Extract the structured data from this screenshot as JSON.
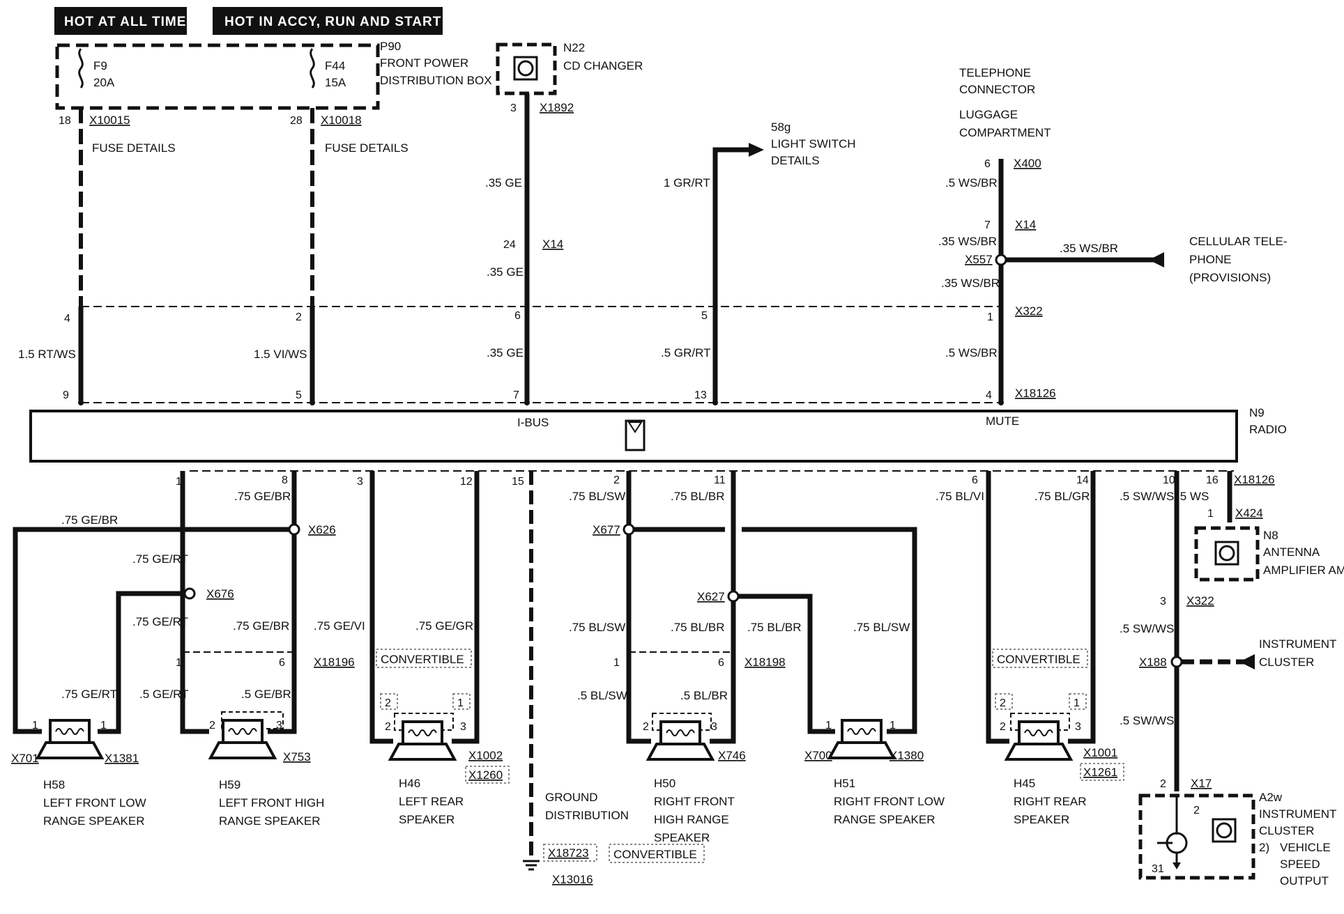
{
  "headers": {
    "hot_all_times": "HOT AT ALL TIMES",
    "hot_accy": "HOT IN ACCY, RUN AND START"
  },
  "components": {
    "p90_id": "P90",
    "p90_line1": "FRONT POWER",
    "p90_line2": "DISTRIBUTION BOX",
    "f9_id": "F9",
    "f9_amp": "20A",
    "f44_id": "F44",
    "f44_amp": "15A",
    "fuse_details": "FUSE DETAILS",
    "n22_id": "N22",
    "n22_name": "CD CHANGER",
    "light_id": "58g",
    "light_line1": "LIGHT SWITCH",
    "light_line2": "DETAILS",
    "tel_line1": "TELEPHONE",
    "tel_line2": "CONNECTOR",
    "tel_line3": "LUGGAGE",
    "tel_line4": "COMPARTMENT",
    "cell_line1": "CELLULAR TELE-",
    "cell_line2": "PHONE",
    "cell_line3": "(PROVISIONS)",
    "n9_id": "N9",
    "n9_name": "RADIO",
    "ibus": "I-BUS",
    "mute": "MUTE",
    "n8_id": "N8",
    "n8_line1": "ANTENNA",
    "n8_line2": "AMPLIFIER AM/FM",
    "ic_line1": "INSTRUMENT",
    "ic_line2": "CLUSTER",
    "a2w_id": "A2w",
    "a2w_line1": "INSTRUMENT",
    "a2w_line2": "CLUSTER",
    "a2w_note_num": "2)",
    "a2w_line3": "VEHICLE",
    "a2w_line4": "SPEED",
    "a2w_line5": "OUTPUT",
    "a2w_pin_2": "2",
    "a2w_pin_31": "31",
    "ground_line1": "GROUND",
    "ground_line2": "DISTRIBUTION",
    "convertible": "CONVERTIBLE",
    "h58_id": "H58",
    "h58_line1": "LEFT FRONT LOW",
    "h58_line2": "RANGE SPEAKER",
    "h59_id": "H59",
    "h59_line1": "LEFT FRONT HIGH",
    "h59_line2": "RANGE SPEAKER",
    "h46_id": "H46",
    "h46_line1": "LEFT REAR",
    "h46_line2": "SPEAKER",
    "h50_id": "H50",
    "h50_line1": "RIGHT FRONT",
    "h50_line2": "HIGH RANGE",
    "h50_line3": "SPEAKER",
    "h51_id": "H51",
    "h51_line1": "RIGHT FRONT LOW",
    "h51_line2": "RANGE SPEAKER",
    "h45_id": "H45",
    "h45_line1": "RIGHT REAR",
    "h45_line2": "SPEAKER"
  },
  "connectors": {
    "x10015": "X10015",
    "x10018": "X10018",
    "x1892": "X1892",
    "x14_a": "X14",
    "x400": "X400",
    "x14_b": "X14",
    "x557": "X557",
    "x322_top": "X322",
    "x18126_top": "X18126",
    "x18126_bot": "X18126",
    "x424": "X424",
    "x626": "X626",
    "x676": "X676",
    "x18196": "X18196",
    "x701": "X701",
    "x1381": "X1381",
    "x753": "X753",
    "x1002": "X1002",
    "x1260": "X1260",
    "x18723": "X18723",
    "x13016": "X13016",
    "x677": "X677",
    "x627": "X627",
    "x18198": "X18198",
    "x746": "X746",
    "x700": "X700",
    "x1380": "X1380",
    "x1001": "X1001",
    "x1261": "X1261",
    "x322_bot": "X322",
    "x188": "X188",
    "x17": "X17"
  },
  "wires": {
    "w_rtws": "1.5 RT/WS",
    "w_viws": "1.5 VI/WS",
    "w_ge_35_a": ".35 GE",
    "w_ge_35_b": ".35 GE",
    "w_ge_35_c": ".35 GE",
    "w_grrt_1": "1 GR/RT",
    "w_grrt_5": ".5 GR/RT",
    "w_wsbr_5a": ".5 WS/BR",
    "w_wsbr_35a": ".35 WS/BR",
    "w_wsbr_35b": ".35 WS/BR",
    "w_wsbr_35c": ".35 WS/BR",
    "w_wsbr_5b": ".5 WS/BR",
    "w_gebr_75_far": ".75 GE/BR",
    "w_gert_75_a": ".75 GE/RT",
    "w_gebr_75_a": ".75 GE/BR",
    "w_gert_75_b": ".75 GE/RT",
    "w_gebr_75_b": ".75 GE/BR",
    "w_gevi_75": ".75 GE/VI",
    "w_gegr_75": ".75 GE/GR",
    "w_gert_75_c": ".75 GE/RT",
    "w_gert_5": ".5 GE/RT",
    "w_gebr_5": ".5 GE/BR",
    "w_blsw_75_a": ".75 BL/SW",
    "w_blbr_75_a": ".75 BL/BR",
    "w_blsw_75_b": ".75 BL/SW",
    "w_blbr_75_b": ".75 BL/BR",
    "w_blbr_75_c": ".75 BL/BR",
    "w_blsw_75_c": ".75 BL/SW",
    "w_blsw_5": ".5 BL/SW",
    "w_blbr_5": ".5 BL/BR",
    "w_blvi_75": ".75 BL/VI",
    "w_blgr_75": ".75 BL/GR",
    "w_swws_5a": ".5 SW/WS",
    "w_ws_5": ".5 WS",
    "w_swws_5b": ".5 SW/WS",
    "w_swws_5c": ".5 SW/WS"
  },
  "pins": {
    "p18": "18",
    "p28": "28",
    "p3_n22": "3",
    "p24": "24",
    "p6_x400": "6",
    "p7_x14": "7",
    "p4_top": "4",
    "p2_top": "2",
    "p6_top": "6",
    "p5_top": "5",
    "p1_top": "1",
    "p9_bot": "9",
    "p5_bot": "5",
    "p7_bot": "7",
    "p13_bot": "13",
    "p4_bot": "4",
    "r1": "1",
    "r8": "8",
    "r3": "3",
    "r12": "12",
    "r15": "15",
    "r2": "2",
    "r11": "11",
    "r6": "6",
    "r14": "14",
    "r10": "10",
    "r16": "16",
    "p1_x424": "1",
    "p1_x18196": "1",
    "p6_x18196": "6",
    "p1_x18198": "1",
    "p6_x18198": "6",
    "p3_x322": "3",
    "p2_x17": "2",
    "h58_p1a": "1",
    "h58_p1b": "1",
    "h59_p2": "2",
    "h59_p3": "3",
    "h46_p2": "2",
    "h46_p3": "3",
    "h46_c2": "2",
    "h46_c1": "1",
    "h50_p2": "2",
    "h50_p3": "3",
    "h51_p1a": "1",
    "h51_p1b": "1",
    "h45_p2": "2",
    "h45_p3": "3",
    "h45_c2": "2",
    "h45_c1": "1"
  }
}
